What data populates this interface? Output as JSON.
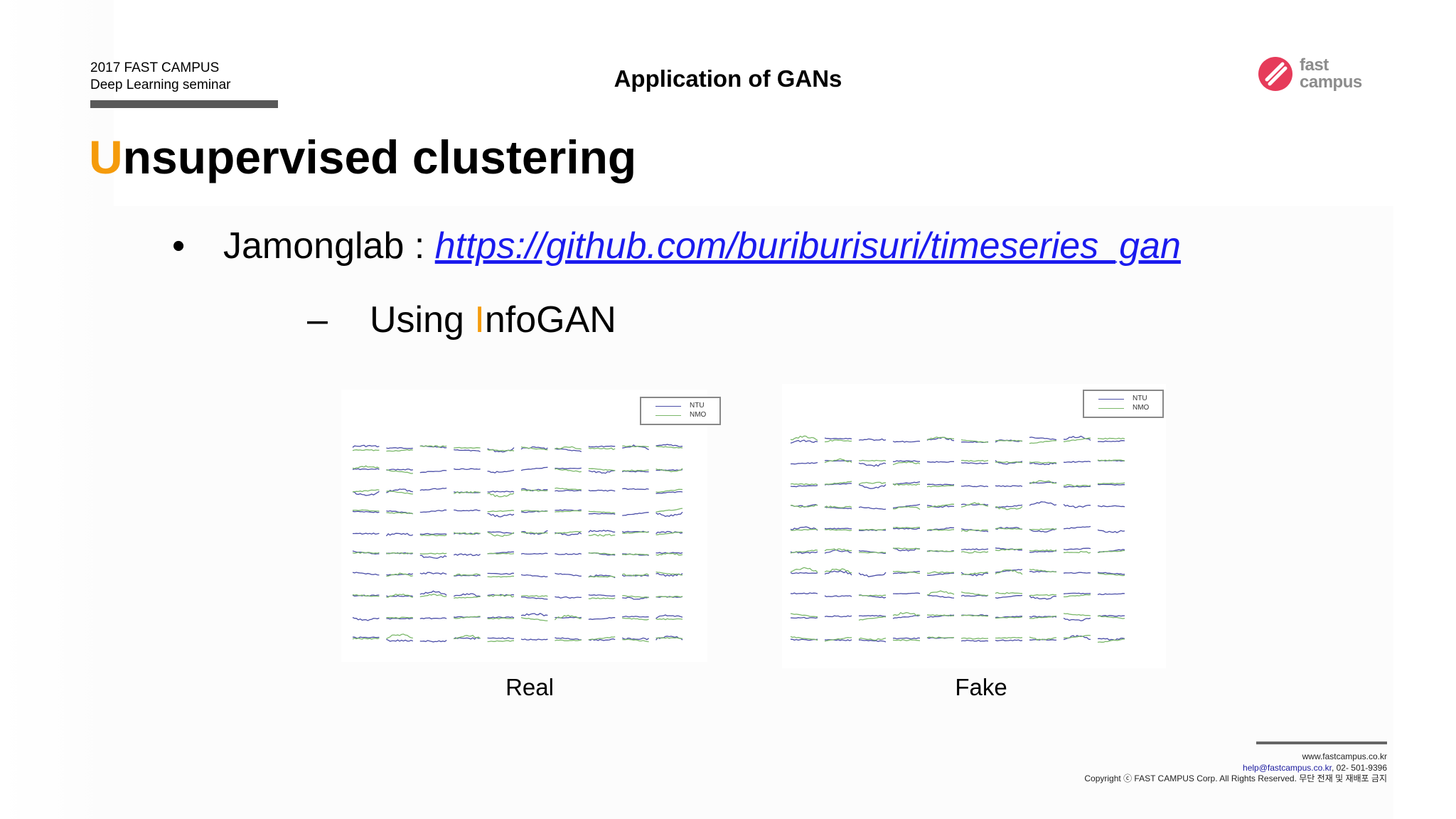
{
  "header": {
    "org_line1": "2017 FAST CAMPUS",
    "org_line2": "Deep Learning seminar",
    "section_title": "Application of GANs",
    "logo_line1": "fast",
    "logo_line2": "campus",
    "logo_colors": {
      "mark": "#e63b5a",
      "text": "#8c8c8c"
    }
  },
  "slide": {
    "title_first_letter": "U",
    "title_rest": "nsupervised clustering",
    "accent_color": "#f59b0b",
    "bullet_glyph": "•",
    "bullet_label": "Jamonglab : ",
    "bullet_link": "https://github.com/buriburisuri/timeseries_gan",
    "sub_glyph": "–",
    "sub_prefix": "Using ",
    "sub_accent": "I",
    "sub_rest": "nfoGAN"
  },
  "figures": {
    "legend": [
      "NTU",
      "NMO"
    ],
    "series_colors": [
      "#4b4ea8",
      "#7bb86a"
    ],
    "real_caption": "Real",
    "fake_caption": "Fake"
  },
  "footer": {
    "website": "www.fastcampus.co.kr",
    "email": "help@fastcampus.co.kr",
    "phone": ", 02- 501-9396",
    "copyright": "Copyright ⓒ FAST CAMPUS Corp.  All Rights Reserved. 무단 전재 및 재배포 금지"
  }
}
